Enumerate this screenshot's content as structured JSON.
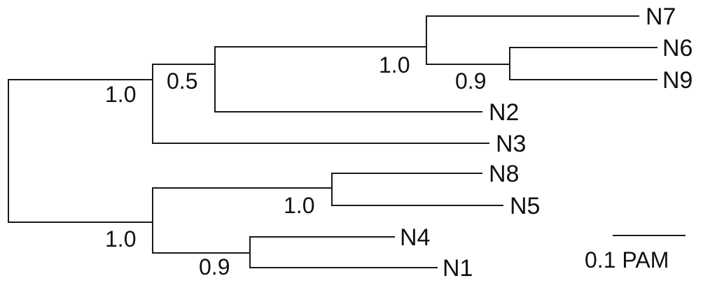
{
  "tree": {
    "leaves": {
      "N7": "N7",
      "N6": "N6",
      "N9": "N9",
      "N2": "N2",
      "N3": "N3",
      "N8": "N8",
      "N5": "N5",
      "N4": "N4",
      "N1": "N1"
    },
    "support": {
      "root_upper": "1.0",
      "clade_n2_group": "0.5",
      "clade_n7_group": "1.0",
      "clade_n6_n9": "0.9",
      "root_lower": "1.0",
      "clade_n8_n5": "1.0",
      "clade_n4_n1": "0.9"
    }
  },
  "scale_bar": {
    "label": "0.1 PAM"
  }
}
